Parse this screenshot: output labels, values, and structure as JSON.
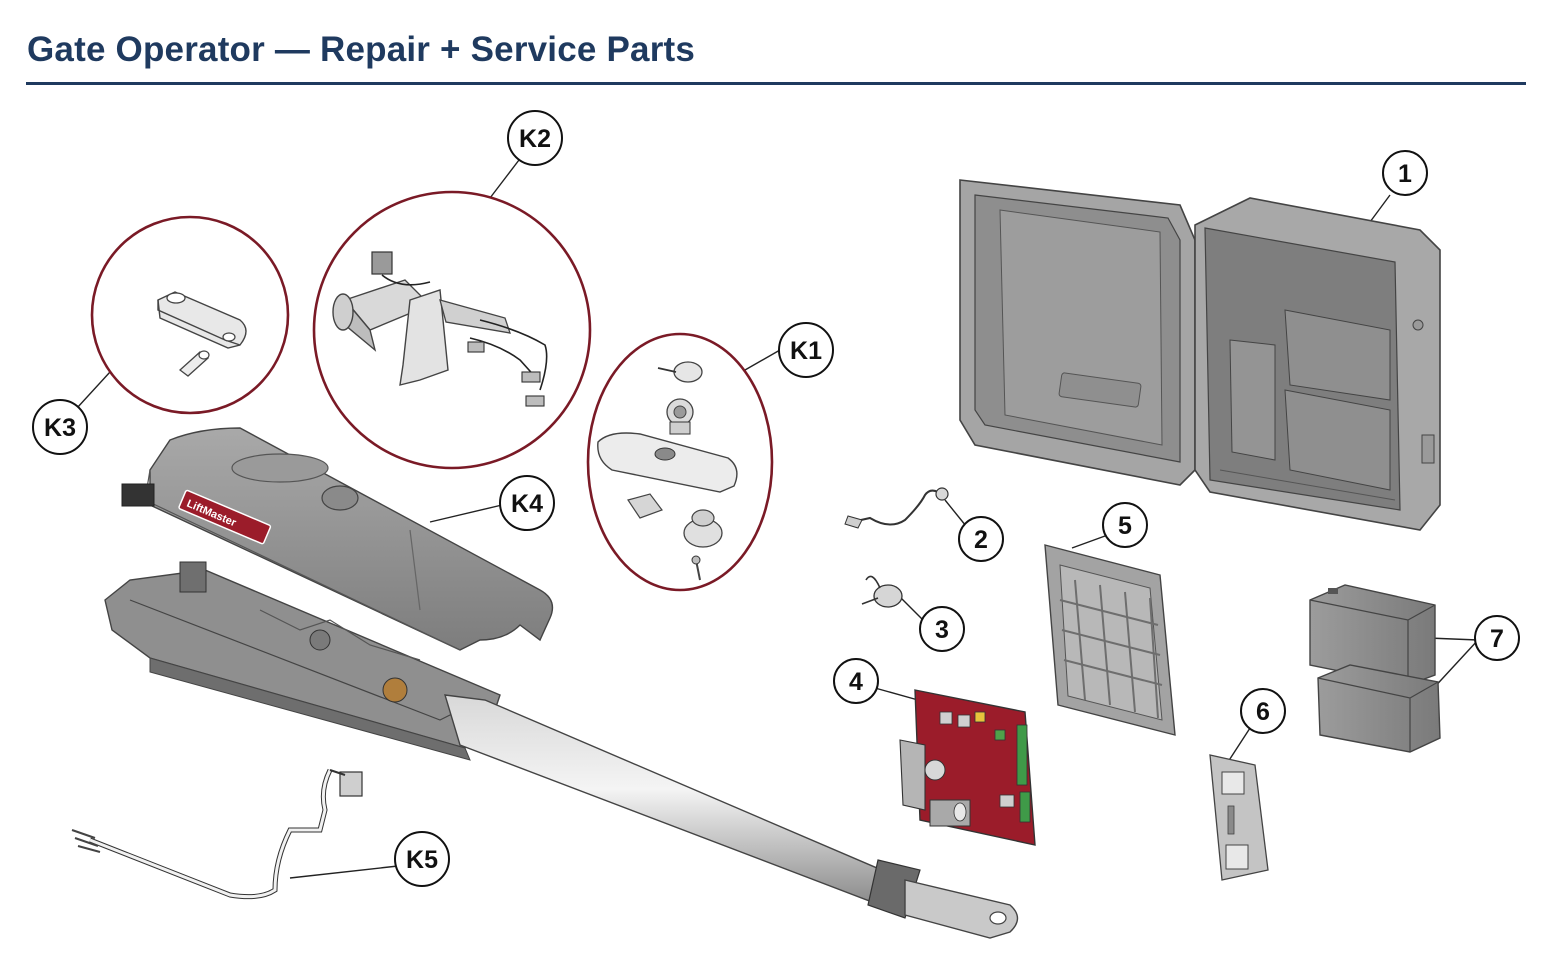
{
  "page": {
    "title": "Gate Operator — Repair + Service Parts"
  },
  "brand": {
    "logo_text": "LiftMaster"
  },
  "callouts": {
    "k1": "K1",
    "k2": "K2",
    "k3": "K3",
    "k4": "K4",
    "k5": "K5",
    "p1": "1",
    "p2": "2",
    "p3": "3",
    "p4": "4",
    "p5": "5",
    "p6": "6",
    "p7": "7"
  },
  "colors": {
    "title": "#1f3a5f",
    "detail_circle": "#7a1a26",
    "board": "#9b1c2a",
    "housing": "#8a8a8a",
    "enclosure": "#9a9a9a"
  }
}
